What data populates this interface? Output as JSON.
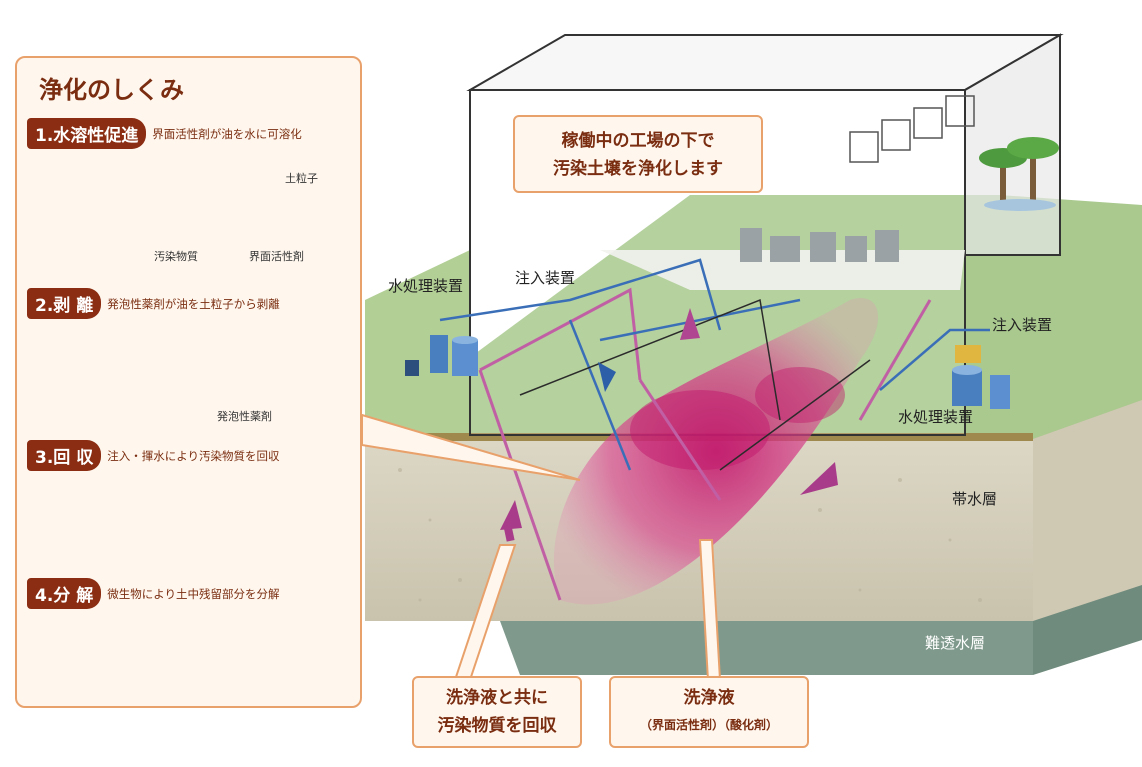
{
  "panel": {
    "title": "浄化のしくみ",
    "steps": [
      {
        "badge": "1.水溶性促進",
        "desc": "界面活性剤が油を水に可溶化"
      },
      {
        "badge": "2.剥 離",
        "desc": "発泡性薬剤が油を土粒子から剥離"
      },
      {
        "badge": "3.回 収",
        "desc": "注入・揮水により汚染物質を回収"
      },
      {
        "badge": "4.分 解",
        "desc": "微生物により土中残留部分を分解"
      }
    ],
    "labels": {
      "soil_particle": "土粒子",
      "contaminant": "汚染物質",
      "surfactant": "界面活性剤",
      "foaming_agent": "発泡性薬剤"
    }
  },
  "scene": {
    "factory_callout": [
      "稼働中の工場の下で",
      "汚染土壌を浄化します"
    ],
    "water_treatment_left": "水処理装置",
    "injection_left": "注入装置",
    "injection_right": "注入装置",
    "water_treatment_right": "水処理装置",
    "aquifer": "帯水層",
    "impermeable": "難透水層"
  },
  "callouts": {
    "recover": [
      "洗浄液と共に",
      "汚染物質を回収"
    ],
    "wash_title": "洗浄液",
    "wash_sub": "（界面活性剤）（酸化剤）"
  }
}
